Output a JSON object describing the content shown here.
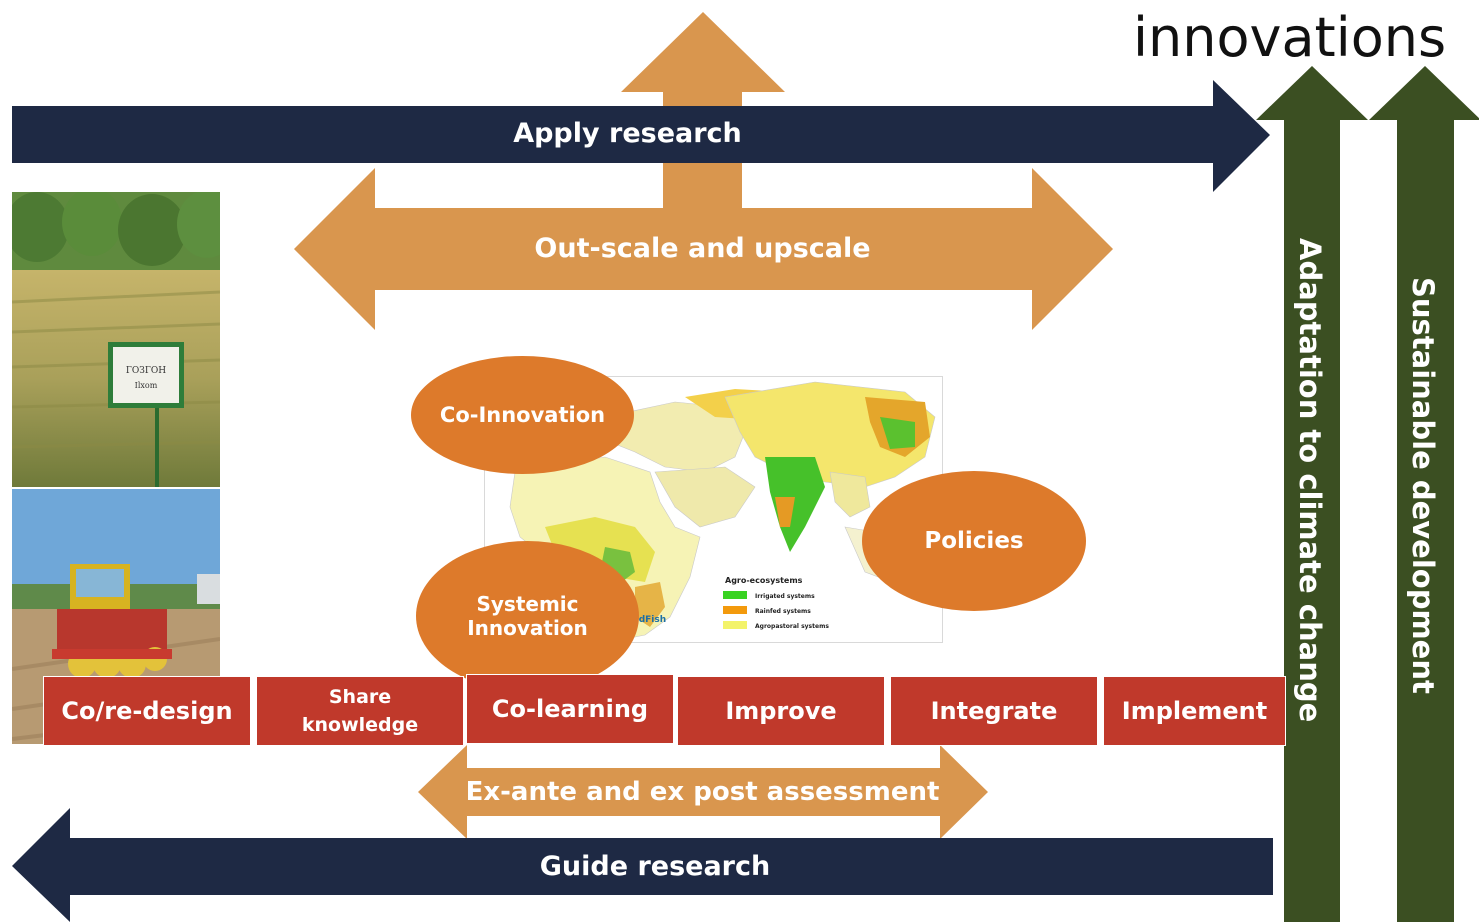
{
  "title": "innovations",
  "arrows": {
    "apply_research": "Apply research",
    "outscale": "Out-scale and upscale",
    "assessment": "Ex-ante and ex post assessment",
    "guide_research": "Guide research",
    "adaptation": "Adaptation to climate change",
    "sustainable": "Sustainable development"
  },
  "ellipses": {
    "co_innovation": "Co-Innovation",
    "policies": "Policies",
    "systemic": "Systemic Innovation"
  },
  "steps": [
    "Co/re-design",
    "Share knowledge",
    "Co-learning",
    "Improve",
    "Integrate",
    "Implement"
  ],
  "map": {
    "legend_title": "Agro-ecosystems",
    "legend": [
      "Irrigated systems",
      "Rainfed systems",
      "Agropastoral systems"
    ],
    "logo": "orldFish"
  },
  "photo": {
    "sign_line1": "ГОЗГОН",
    "sign_line2": "Ilxom"
  },
  "colors": {
    "navy": "#1e2944",
    "orange_arrow": "#d9964e",
    "ellipse": "#dd7a2b",
    "step_red": "#c0392b",
    "green": "#3b4f22"
  }
}
